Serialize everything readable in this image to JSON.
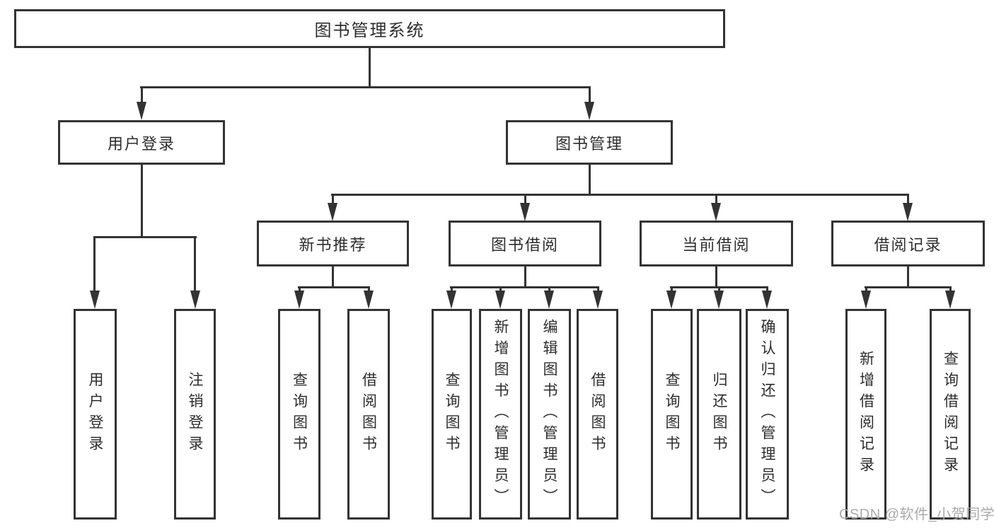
{
  "tree": {
    "label": "图书管理系统",
    "children": [
      {
        "label": "用户登录",
        "children": [
          {
            "label": "用户登录"
          },
          {
            "label": "注销登录"
          }
        ]
      },
      {
        "label": "图书管理",
        "children": [
          {
            "label": "新书推荐",
            "children": [
              {
                "label": "查询图书"
              },
              {
                "label": "借阅图书"
              }
            ]
          },
          {
            "label": "图书借阅",
            "children": [
              {
                "label": "查询图书"
              },
              {
                "label": "新增图书（管理员）"
              },
              {
                "label": "编辑图书（管理员）"
              },
              {
                "label": "借阅图书"
              }
            ]
          },
          {
            "label": "当前借阅",
            "children": [
              {
                "label": "查询图书"
              },
              {
                "label": "归还图书"
              },
              {
                "label": "确认归还（管理员）"
              }
            ]
          },
          {
            "label": "借阅记录",
            "children": [
              {
                "label": "新增借阅记录"
              },
              {
                "label": "查询借阅记录"
              }
            ]
          }
        ]
      }
    ]
  },
  "watermark": {
    "text": "CSDN @软件_小贺同学"
  },
  "colors": {
    "line": "#333333",
    "text": "#2d2d2d",
    "watermark": "#a9a9a9",
    "background": "#ffffff"
  }
}
